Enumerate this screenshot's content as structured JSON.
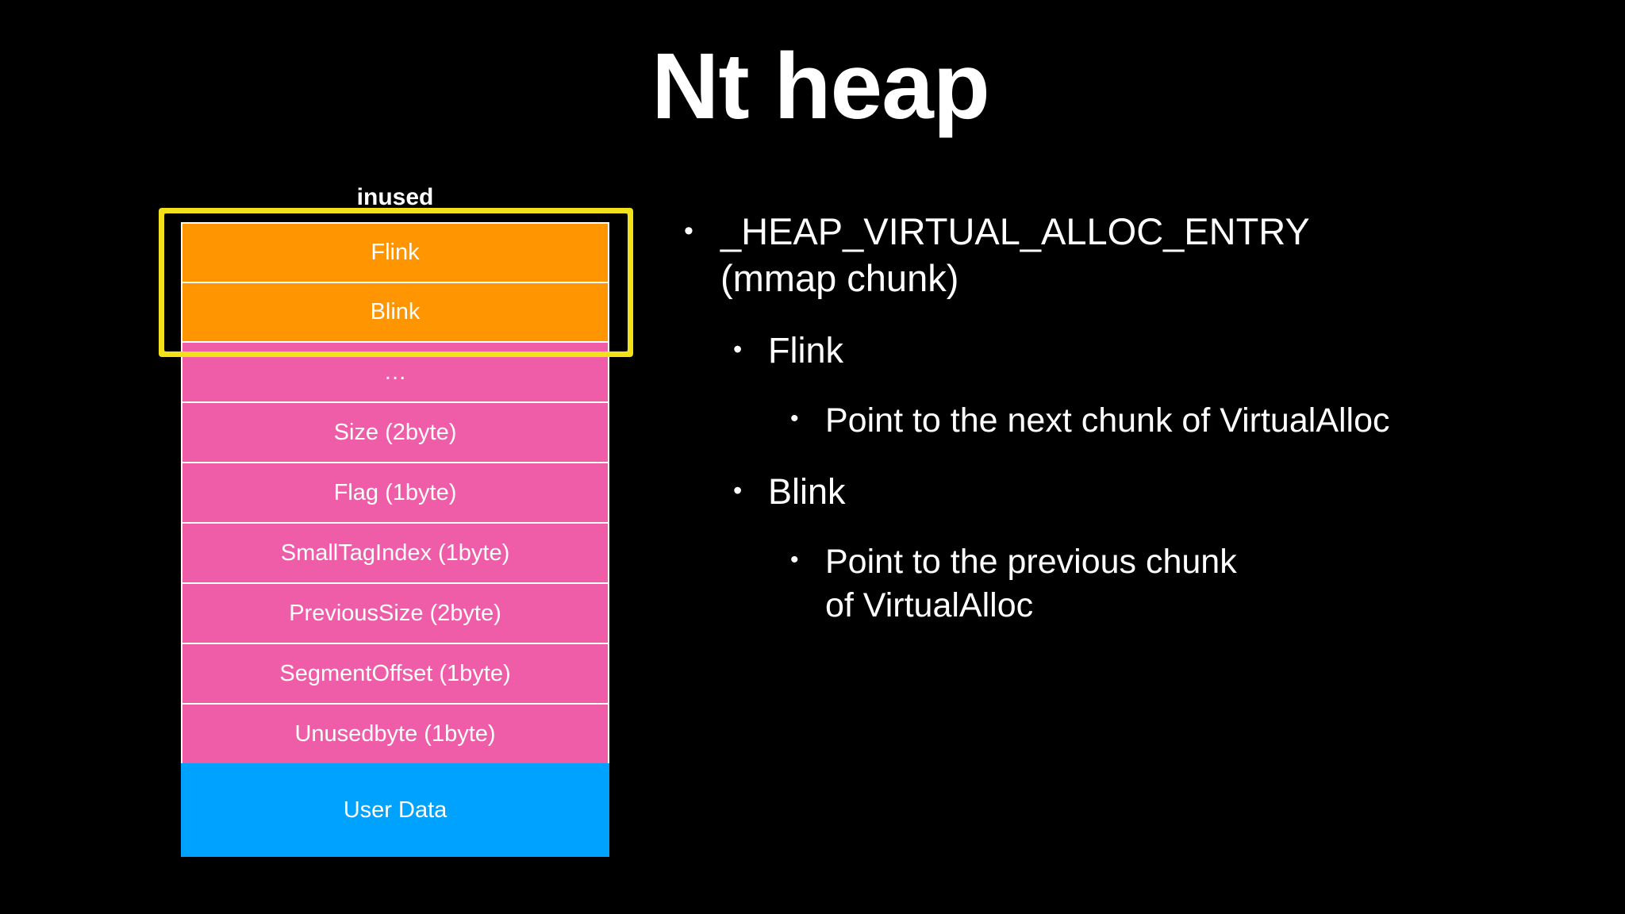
{
  "slide": {
    "title": "Nt heap",
    "background_color": "#000000",
    "text_color": "#FFFFFF"
  },
  "diagram": {
    "annotation_label": "inused",
    "highlight_color": "#F2E117",
    "highlighted_rows": [
      "Flink",
      "Blink"
    ],
    "colors": {
      "orange": "#FF9500",
      "pink": "#EF5DA8",
      "blue": "#00A2FF",
      "border": "#FFFFFF"
    },
    "rows": [
      {
        "label": "Flink",
        "color": "orange"
      },
      {
        "label": "Blink",
        "color": "orange"
      },
      {
        "label": "…",
        "color": "pink"
      },
      {
        "label": "Size (2byte)",
        "color": "pink"
      },
      {
        "label": "Flag (1byte)",
        "color": "pink"
      },
      {
        "label": "SmallTagIndex (1byte)",
        "color": "pink"
      },
      {
        "label": "PreviousSize (2byte)",
        "color": "pink"
      },
      {
        "label": "SegmentOffset (1byte)",
        "color": "pink"
      },
      {
        "label": "Unusedbyte (1byte)",
        "color": "pink"
      },
      {
        "label": "User Data",
        "color": "blue"
      }
    ]
  },
  "bullets": {
    "marker": "•",
    "items": [
      {
        "level": 1,
        "text": "_HEAP_VIRTUAL_ALLOC_ENTRY (mmap chunk)"
      },
      {
        "level": 2,
        "text": "Flink"
      },
      {
        "level": 3,
        "text": "Point to the next chunk of VirtualAlloc"
      },
      {
        "level": 2,
        "text": "Blink"
      },
      {
        "level": 3,
        "text": "Point to the previous chunk of VirtualAlloc"
      }
    ]
  }
}
